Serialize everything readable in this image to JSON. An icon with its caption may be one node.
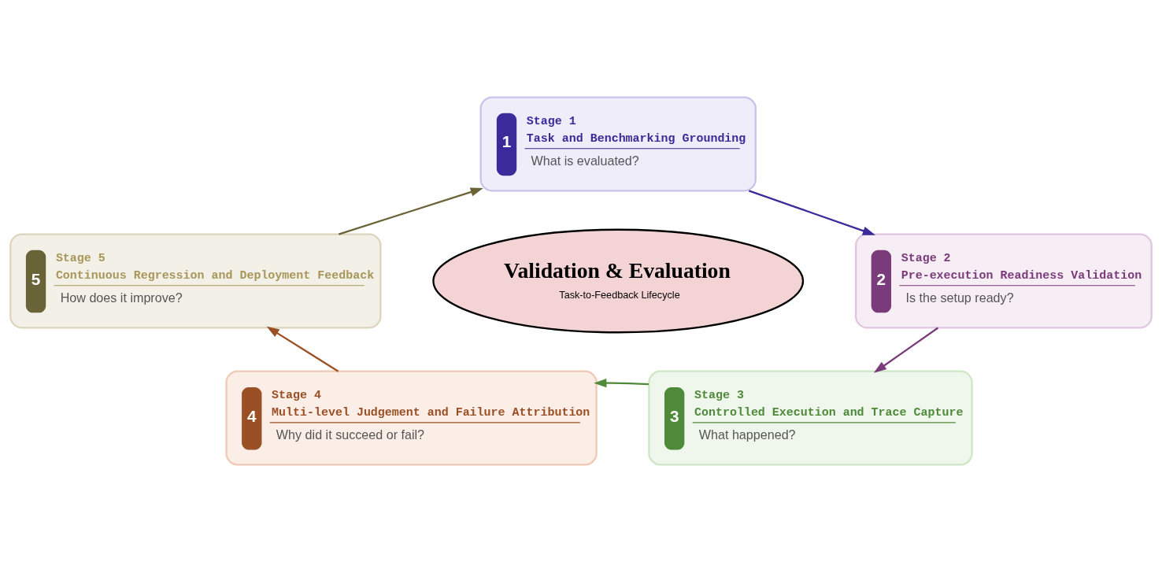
{
  "diagram": {
    "nodes": [
      {
        "text": [
          "Validation & Evaluation",
          "Task-to-Feedback Lifecycle"
        ]
      },
      {
        "text": [
          "1",
          "Stage 1",
          "Task and Benchmarking Grounding",
          "What is evaluated?"
        ]
      },
      {
        "text": [
          "2",
          "Stage 2",
          "Pre-execution Readiness Validation",
          "Is the setup ready?"
        ]
      },
      {
        "text": [
          "3",
          "Stage 3",
          "Controlled Execution and Trace Capture",
          "What happened?"
        ]
      },
      {
        "text": [
          "4",
          "Stage 4",
          "Multi-level Judgement and Failure Attribution",
          "Why did it succeed or fail?"
        ]
      },
      {
        "text": [
          "5",
          "Stage 5",
          "Continuous Regression and Deployment Feedback",
          "How does it improve?"
        ]
      }
    ],
    "edges": [
      {
        "from": 5,
        "to": 1,
        "arrow": "to",
        "color": "#6b6338"
      },
      {
        "from": 1,
        "to": 2,
        "arrow": "to",
        "color": "#3b2a9a"
      },
      {
        "from": 2,
        "to": 3,
        "arrow": "to",
        "color": "#7a3b7a"
      },
      {
        "from": 3,
        "to": 4,
        "arrow": "to",
        "color": "#4f8a3a"
      },
      {
        "from": 4,
        "to": 5,
        "arrow": "to",
        "color": "#9a4f24"
      }
    ]
  }
}
